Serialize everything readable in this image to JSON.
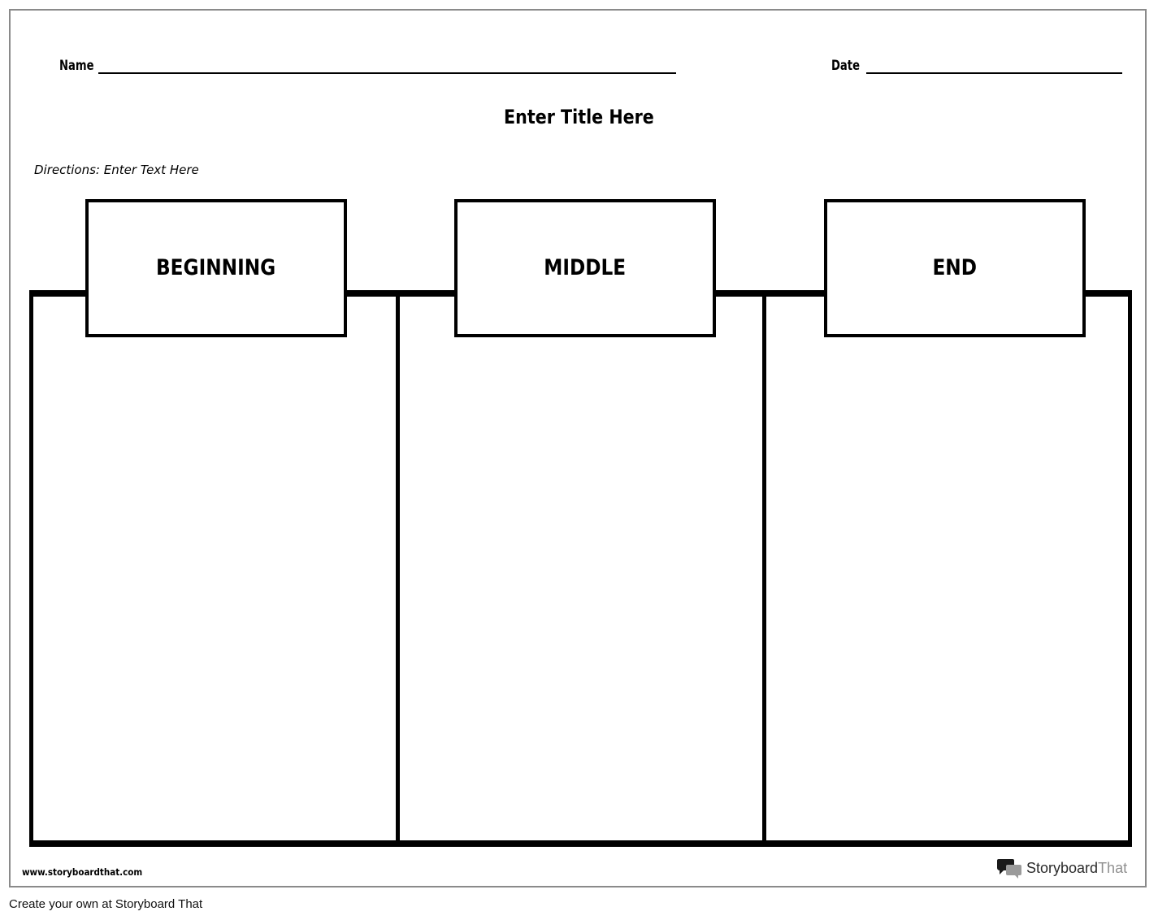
{
  "worksheet": {
    "name_label": "Name",
    "date_label": "Date",
    "title": "Enter Title Here",
    "directions": "Directions: Enter Text Here",
    "columns": [
      {
        "heading": "BEGINNING"
      },
      {
        "heading": "MIDDLE"
      },
      {
        "heading": "END"
      }
    ],
    "website": "www.storyboardthat.com",
    "brand": {
      "name_dark": "Storyboard",
      "name_light": "That",
      "logo_icon": "speech-bubbles-icon"
    }
  },
  "footer": {
    "text": "Create your own at Storyboard That"
  }
}
